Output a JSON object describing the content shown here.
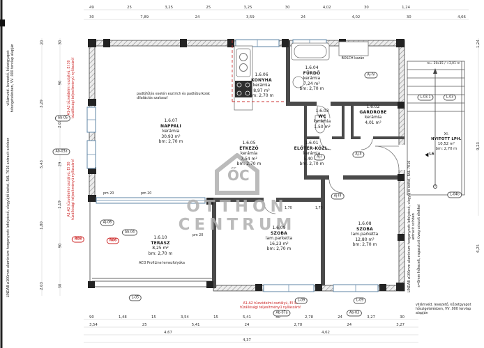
{
  "watermark": {
    "monogram": "ŐC",
    "line1": "OTTHON",
    "line2": "CENTRUM"
  },
  "rooms": [
    {
      "id": "1.6.07",
      "name": "NAPPALI",
      "finish": "kerámia",
      "area": "30,93 m²",
      "height": "bm: 2,70 m"
    },
    {
      "id": "1.6.06",
      "name": "KONYHA",
      "finish": "kerámia",
      "area": "8,97 m²",
      "height": "bm: 2,70 m"
    },
    {
      "id": "1.6.05",
      "name": "ÉTKEZŐ",
      "finish": "kerámia",
      "area": "7,54 m²",
      "height": "bm: 2,70 m"
    },
    {
      "id": "1.6.04",
      "name": "FÜRDŐ",
      "finish": "kerámia",
      "area": "7,24 m²",
      "height": "bm: 2,70 m"
    },
    {
      "id": "1.6.03",
      "name": "WC",
      "finish": "kerámia",
      "area": "1,50 m²",
      "height": ""
    },
    {
      "id": "1.6.02",
      "name": "GARDROBE",
      "finish": "kerámia",
      "area": "4,01 m²",
      "height": ""
    },
    {
      "id": "1.6.01",
      "name": "ELŐTÉR-KÖZL.",
      "finish": "kerámia",
      "area": "5,40 m²",
      "height": "bm: 2,70 m"
    },
    {
      "id": "1.6.09",
      "name": "SZOBA",
      "finish": "lam.parketta",
      "area": "16,23 m²",
      "height": "bm: 2,70 m"
    },
    {
      "id": "1.6.08",
      "name": "SZOBA",
      "finish": "lam.parketta",
      "area": "12,80 m²",
      "height": "bm: 2,70 m"
    },
    {
      "id": "1.6.10",
      "name": "TERASZ",
      "finish": "",
      "area": "8,25 m²",
      "height": "bm: 2,70 m"
    },
    {
      "id": "XI.",
      "name": "NYITOTT LPH.",
      "finish": "",
      "area": "10,52 m²",
      "height": "bm: 2,70 m"
    }
  ],
  "annotations": {
    "floor_heating": "padlófűtés esetén esztrich és padlóburkolat dilatációs szakasz!",
    "fire_line1": "A1-A2 tűzvédelmi osztályú, EI 30",
    "fire_line2": "tűzállósági teljesítményű nyílászáró!",
    "boiler": "BOSCH kazán",
    "aco": "ACO ProfiLine lemezfolyóka",
    "stair_note": "m= 20x15 / +3,01 m",
    "lindab": "LINDAB ø100mm alumínium horganyzott lefolyócső, vízgyűjtő üsttel, RAL 7016 antracit színben",
    "lightning": "villámvéd. levezető, kőzetgyapot hőszigetelésben, VV .000 tervlap alapján",
    "glass": "s=8mm hőkezelt, ragasztott üveg csiszolt élekkel",
    "pm": "pm 20"
  },
  "tags": {
    "ab05": "Ab-05",
    "ab03a": "Ab-03a",
    "aj06": "Aj-06",
    "ab04": "Ab-04",
    "r08": "R08",
    "r06": "R06",
    "l05": "L-05",
    "l09": "L-09",
    "ab07a": "Ab-07a",
    "ab03": "Ab-03",
    "aj1": "Aj-I",
    "aj2": "Aj-II",
    "aj3": "Aj-III",
    "aj4": "Aj-IV",
    "l031": "L-03.1",
    "l03": "L-03",
    "l04b": "L-04b",
    "l6": "L6"
  },
  "dims": {
    "top1": [
      "49",
      "25",
      "3,25",
      "25",
      "3,25",
      "30",
      "4,02",
      "30",
      "1,24"
    ],
    "top2": [
      "30",
      "7,89",
      "24",
      "3,59",
      "24",
      "4,02",
      "30",
      "4,66"
    ],
    "bottom1": [
      "90",
      "1,48",
      "15",
      "3,54",
      "15",
      "5,41",
      "30",
      "2,78",
      "24",
      "3,27",
      "30"
    ],
    "bottom2": [
      "3,54",
      "25",
      "5,41",
      "24",
      "2,78",
      "24",
      "3,27"
    ],
    "bottom3": [
      "4,67",
      "4,62"
    ],
    "bottom4": [
      "4,37"
    ],
    "left1": [
      "20",
      "3,29",
      "5,43",
      "1,80",
      "2,03"
    ],
    "left2": [
      "30",
      "90",
      "2,03",
      "29",
      "1,19",
      "90",
      "30"
    ],
    "right1": [
      "1,24",
      "9,23",
      "6,25"
    ],
    "inner": [
      "1,70",
      "1,70"
    ]
  }
}
